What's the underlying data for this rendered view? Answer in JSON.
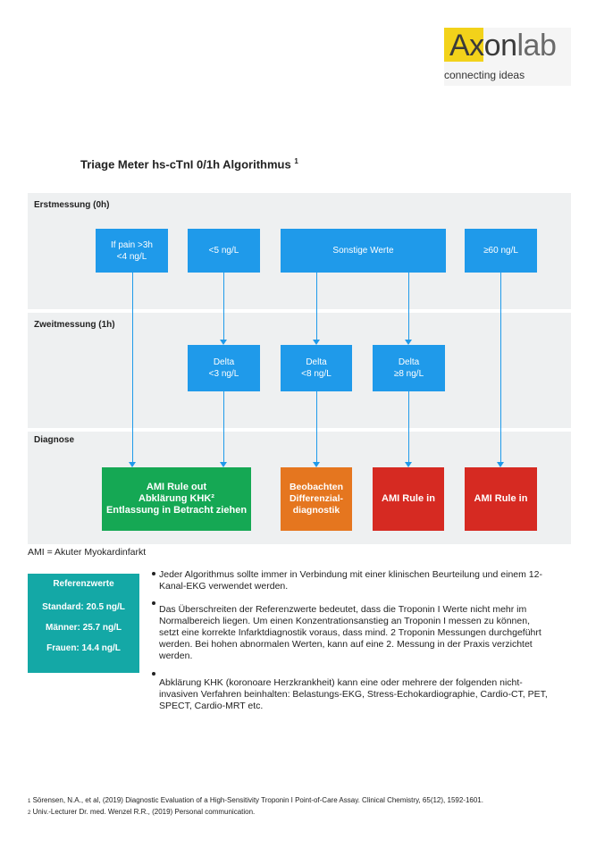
{
  "logo": {
    "word_main": "Axon",
    "word_lab": "lab",
    "tagline": "connecting ideas"
  },
  "title": {
    "text": "Triage Meter hs-cTnI 0/1h Algorithmus",
    "sup": "1"
  },
  "bands": {
    "erst": "Erstmessung (0h)",
    "zweit": "Zweitmessung (1h)",
    "diagnose": "Diagnose"
  },
  "boxes": {
    "if_pain": "If pain >3h\n<4 ng/L",
    "lt5": "<5 ng/L",
    "sonstige": "Sonstige Werte",
    "ge60": "≥60 ng/L",
    "delta_lt3": "Delta\n<3 ng/L",
    "delta_lt8": "Delta\n<8 ng/L",
    "delta_ge8": "Delta\n≥8 ng/L",
    "rule_out": "AMI Rule out\nAbklärung KHK²\nEntlassung in Betracht ziehen",
    "beobachten": "Beobachten\nDifferenzial-\ndiagnostik",
    "rule_in_1": "AMI Rule in",
    "rule_in_2": "AMI Rule in"
  },
  "ami_note": "AMI = Akuter Myokardinfarkt",
  "referenz": {
    "title": "Referenzwerte",
    "standard": "Standard: 20.5 ng/L",
    "maenner": "Männer: 25.7 ng/L",
    "frauen": "Frauen: 14.4 ng/L"
  },
  "notes": [
    "Jeder Algorithmus sollte immer in Verbindung mit einer klinischen Beurteilung und einem 12-Kanal-EKG verwendet werden.",
    "Das Überschreiten der Referenzwerte bedeutet, dass die Troponin I Werte nicht mehr im Normalbereich liegen. Um einen Konzentrationsanstieg an Troponin I messen zu können, setzt eine korrekte Infarktdiagnostik voraus, dass mind. 2 Troponin Messungen durchgeführt werden. Bei hohen abnormalen Werten, kann auf eine 2. Messung in der Praxis verzichtet werden.",
    "Abklärung KHK (koronoare Herzkrankheit) kann eine oder mehrere der folgenden nicht-invasiven Verfahren beinhalten: Belastungs-EKG, Stress-Echokardiographie, Cardio-CT, PET, SPECT, Cardio-MRT etc."
  ],
  "footnotes": [
    {
      "num": "1",
      "text": "Sörensen, N.A., et al, (2019) Diagnostic Evaluation of a High-Sensitivity Troponin I Point-of-Care Assay. Clinical Chemistry, 65(12), 1592-1601."
    },
    {
      "num": "2",
      "text": "Univ.-Lecturer Dr. med. Wenzel R.R., (2019) Personal communication."
    }
  ],
  "colors": {
    "blue": "#1f9aea",
    "green": "#15a854",
    "orange": "#e5761f",
    "red": "#d62a22",
    "teal": "#14a8a6",
    "band": "#eef0f1",
    "logo_yellow": "#f2d21a"
  }
}
